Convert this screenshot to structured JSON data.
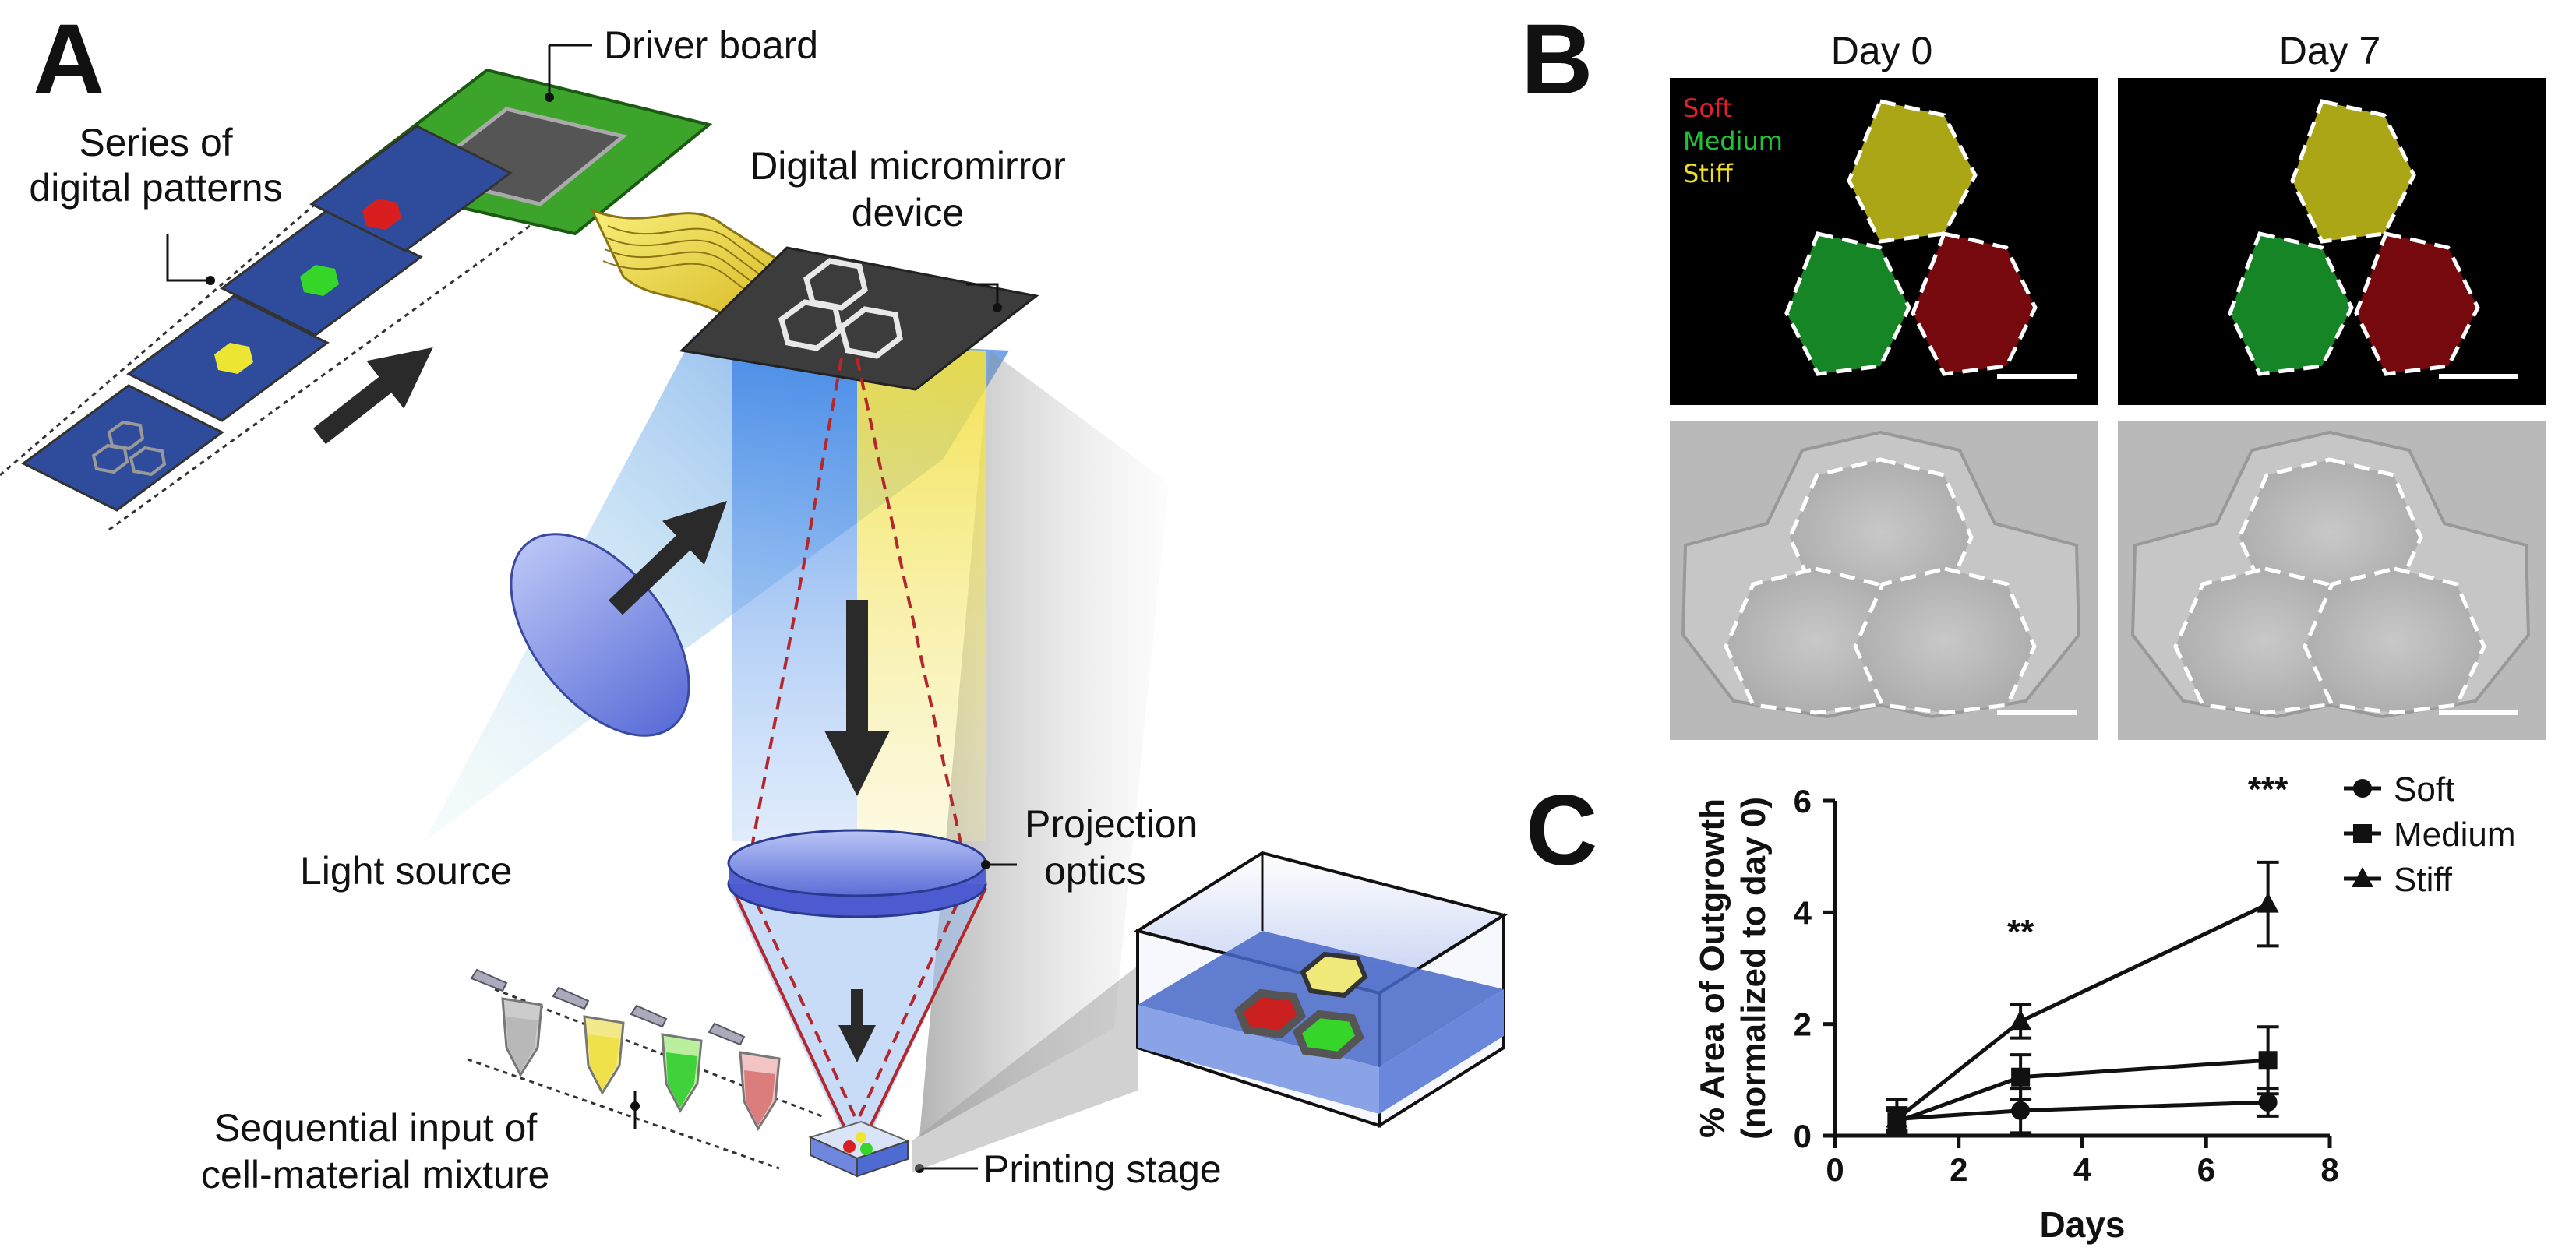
{
  "panel_a": {
    "letter": "A",
    "labels": {
      "driver_board": "Driver board",
      "series_line1": "Series of",
      "series_line2": "digital patterns",
      "dmd_line1": "Digital micromirror",
      "dmd_line2": "device",
      "light_source": "Light source",
      "projection_line1": "Projection",
      "projection_line2": "optics",
      "sequential_line1": "Sequential input of",
      "sequential_line2": "cell-material mixture",
      "printing_stage": "Printing stage"
    }
  },
  "panel_b": {
    "letter": "B",
    "day0": "Day 0",
    "day7": "Day 7",
    "legend": {
      "soft": "Soft",
      "medium": "Medium",
      "stiff": "Stiff"
    },
    "colors": {
      "soft": "#e0202a",
      "medium": "#22c13a",
      "stiff": "#f0e020"
    }
  },
  "panel_c": {
    "letter": "C",
    "significance": {
      "day3": "**",
      "day7": "***"
    }
  },
  "chart_data": {
    "type": "line",
    "xlabel": "Days",
    "ylabel_line1": "% Area of Outgrowth",
    "ylabel_line2": "(normalized to day 0)",
    "x": [
      1,
      3,
      7
    ],
    "xlim": [
      0,
      8
    ],
    "ylim": [
      0,
      6
    ],
    "xticks": [
      "0",
      "2",
      "4",
      "6",
      "8"
    ],
    "yticks": [
      "0",
      "2",
      "4",
      "6"
    ],
    "legend_position": "top-right",
    "series": [
      {
        "name": "Soft",
        "marker": "circle",
        "values": [
          0.3,
          0.45,
          0.6
        ],
        "errors": [
          0.35,
          0.4,
          0.25
        ]
      },
      {
        "name": "Medium",
        "marker": "square",
        "values": [
          0.25,
          1.05,
          1.35
        ],
        "errors": [
          0.2,
          0.4,
          0.6
        ]
      },
      {
        "name": "Stiff",
        "marker": "triangle",
        "values": [
          0.3,
          2.05,
          4.15
        ],
        "errors": [
          0.2,
          0.3,
          0.75
        ]
      }
    ]
  }
}
